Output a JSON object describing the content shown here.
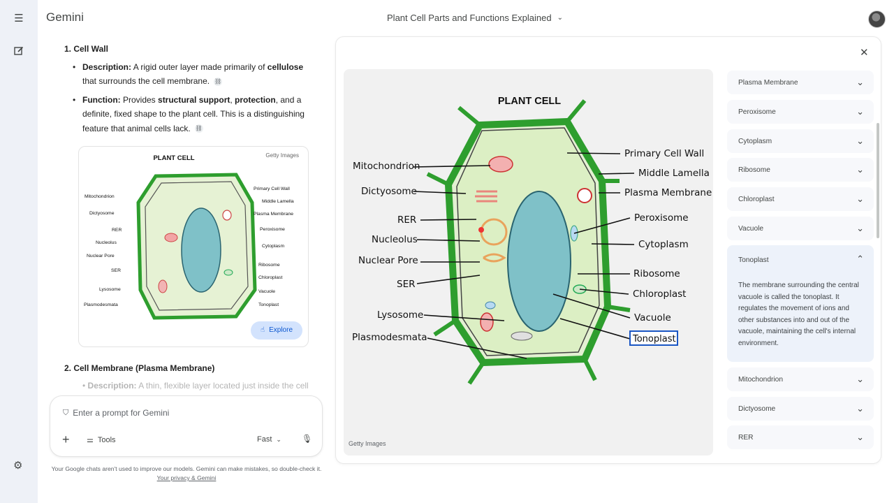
{
  "app": {
    "brand": "Gemini",
    "conversation_title": "Plant Cell Parts and Functions Explained"
  },
  "chat": {
    "section1_title": "1. Cell Wall",
    "desc_label": "Description:",
    "desc_pre": " A rigid outer layer made primarily of ",
    "desc_bold": "cellulose",
    "desc_post": " that surrounds the cell membrane.",
    "func_label": "Function:",
    "func_pre": " Provides ",
    "func_bold1": "structural support",
    "func_mid": ", ",
    "func_bold2": "protection",
    "func_post": ", and a definite, fixed shape to the plant cell. This is a distinguishing feature that animal cells lack.",
    "thumb_title": "PLANT CELL",
    "thumb_credit": "Getty Images",
    "explore_label": "Explore",
    "section2_title": "2. Cell Membrane (Plasma Membrane)",
    "section2_desc_label": "Description:",
    "section2_desc_text": " A thin, flexible layer located just inside the cell"
  },
  "prompt": {
    "placeholder": "Enter a prompt for Gemini",
    "tools_label": "Tools",
    "mode_label": "Fast"
  },
  "disclaimer": {
    "text": "Your Google chats aren't used to improve our models. Gemini can make mistakes, so double-check it.",
    "link": "Your privacy & Gemini"
  },
  "viewer": {
    "figure_title": "PLANT CELL",
    "credit": "Getty Images",
    "left_labels": [
      "Mitochondrion",
      "Dictyosome",
      "RER",
      "Nucleolus",
      "Nuclear Pore",
      "SER",
      "Lysosome",
      "Plasmodesmata"
    ],
    "right_labels": [
      "Primary Cell Wall",
      "Middle Lamella",
      "Plasma Membrane",
      "Peroxisome",
      "Cytoplasm",
      "Ribosome",
      "Chloroplast",
      "Vacuole",
      "Tonoplast"
    ],
    "highlighted_label": "Tonoplast",
    "accordion": [
      {
        "label": "Plasma Membrane",
        "open": false
      },
      {
        "label": "Peroxisome",
        "open": false
      },
      {
        "label": "Cytoplasm",
        "open": false
      },
      {
        "label": "Ribosome",
        "open": false
      },
      {
        "label": "Chloroplast",
        "open": false
      },
      {
        "label": "Vacuole",
        "open": false
      },
      {
        "label": "Tonoplast",
        "open": true,
        "body": "The membrane surrounding the central vacuole is called the tonoplast. It regulates the movement of ions and other substances into and out of the vacuole, maintaining the cell's internal environment."
      },
      {
        "label": "Mitochondrion",
        "open": false
      },
      {
        "label": "Dictyosome",
        "open": false
      },
      {
        "label": "RER",
        "open": false
      }
    ]
  },
  "colors": {
    "accent": "#0b57d0",
    "explore_bg": "#d3e3fd",
    "cell_wall": "#2e9e2e",
    "vacuole": "#7fc1c8",
    "cytoplasm": "#dcefc4",
    "highlight_box": "#1a56c4"
  },
  "icons": {
    "menu": "menu-icon",
    "new_chat": "edit-icon",
    "settings": "gear-icon",
    "close": "close-icon",
    "mic": "mic-icon",
    "shield": "shield-icon",
    "tools": "tune-icon",
    "chevron": "chevron-down-icon"
  }
}
